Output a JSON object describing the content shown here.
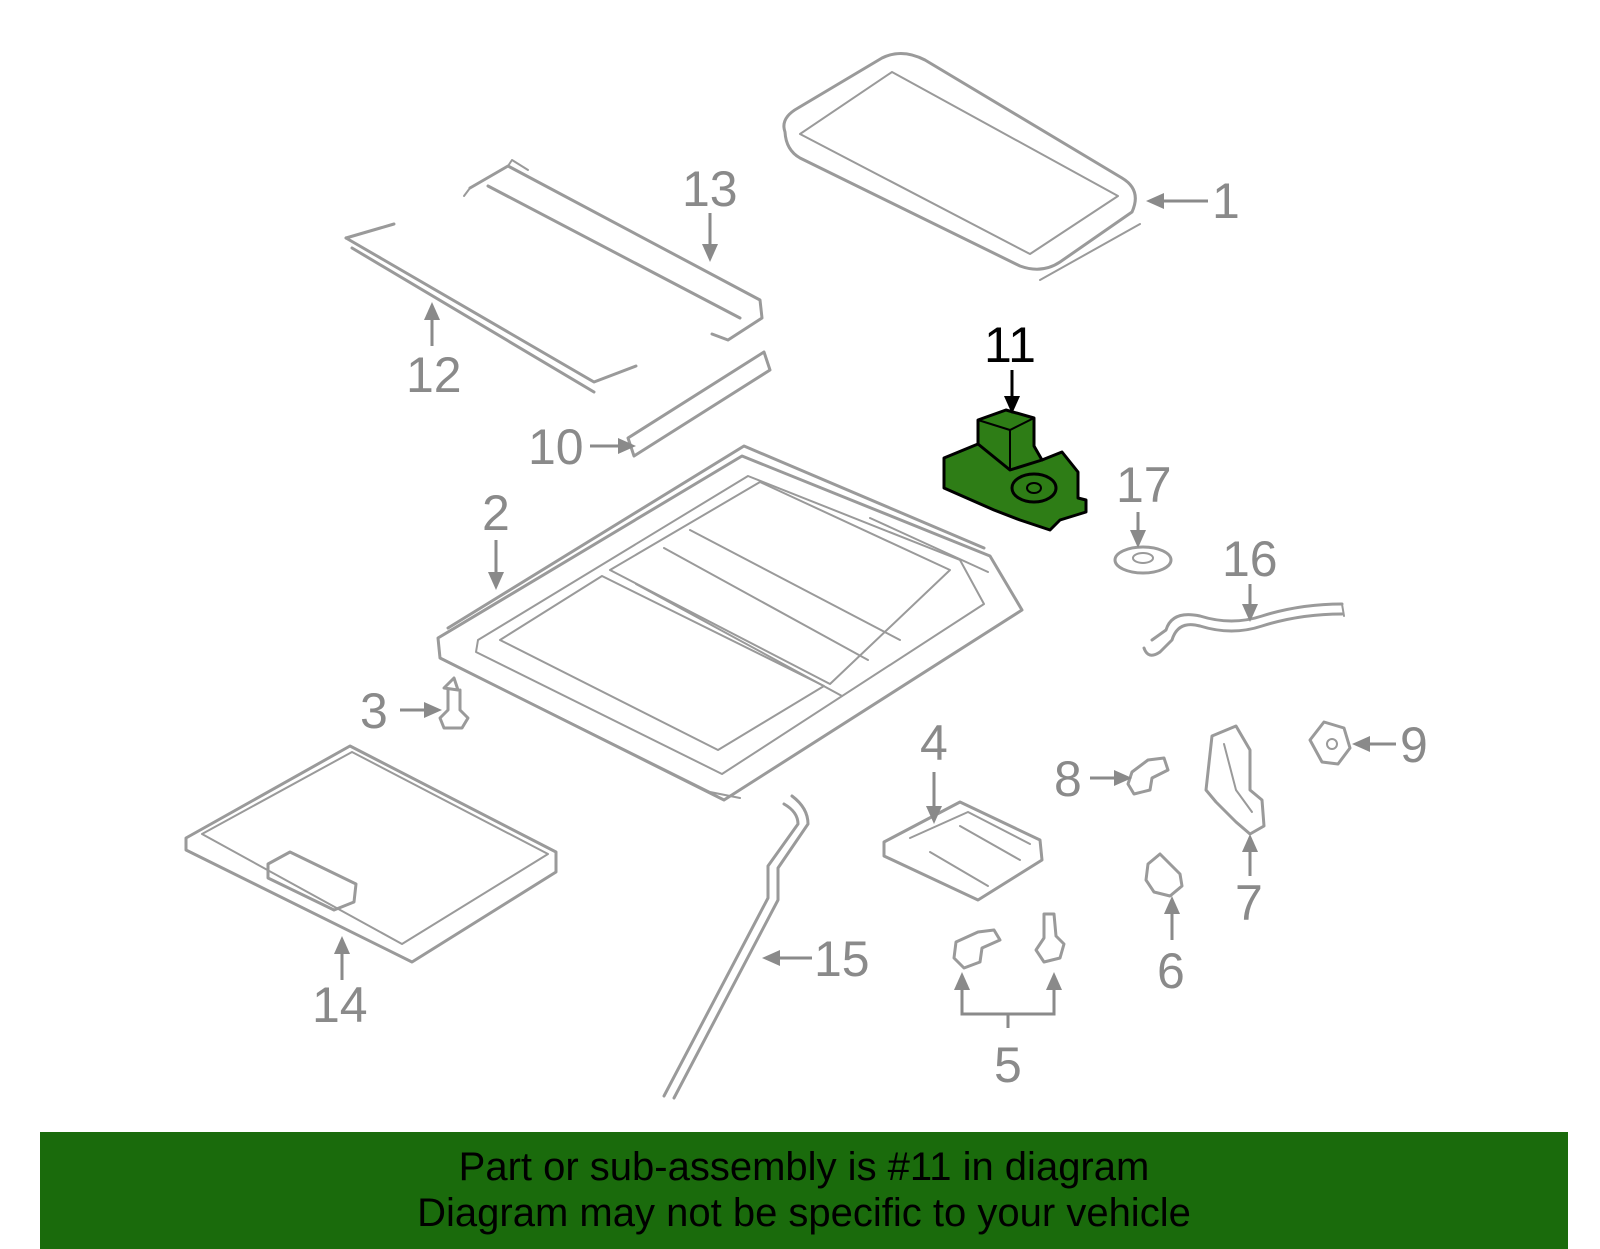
{
  "colors": {
    "highlight_part": "#2e7d16",
    "banner_background": "#1a6b0c",
    "part_outline": "#9a9a9a",
    "callout_gray": "#8a8a8a",
    "highlight_callout": "#000000"
  },
  "callouts": {
    "c1": "1",
    "c2": "2",
    "c3": "3",
    "c4": "4",
    "c5": "5",
    "c6": "6",
    "c7": "7",
    "c8": "8",
    "c9": "9",
    "c10": "10",
    "c11": "11",
    "c12": "12",
    "c13": "13",
    "c14": "14",
    "c15": "15",
    "c16": "16",
    "c17": "17"
  },
  "highlighted_part": "11",
  "banner": {
    "line1": "Part or sub-assembly is #11 in diagram",
    "line2": "Diagram may not be specific to your vehicle"
  }
}
